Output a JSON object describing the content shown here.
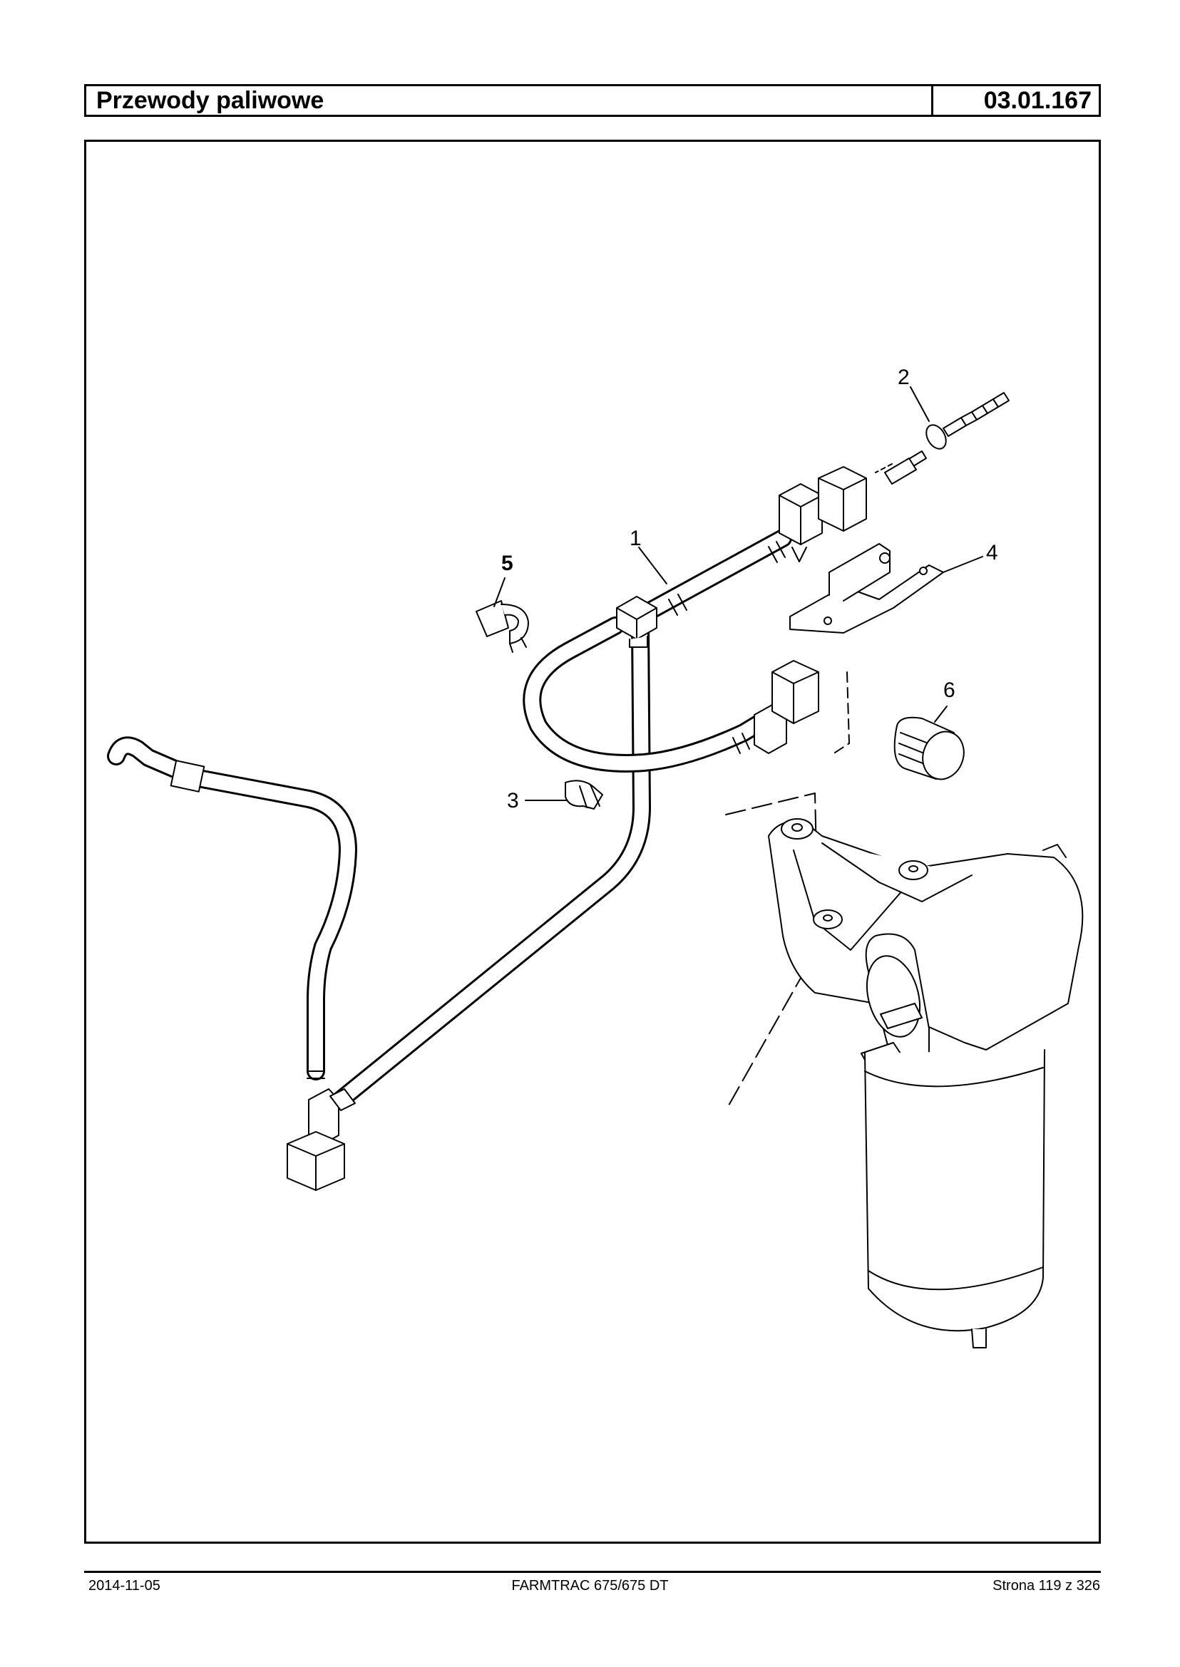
{
  "header": {
    "title": "Przewody paliwowe",
    "code": "03.01.167"
  },
  "diagram": {
    "callouts": [
      {
        "id": "1",
        "label": "1"
      },
      {
        "id": "2",
        "label": "2"
      },
      {
        "id": "3",
        "label": "3"
      },
      {
        "id": "4",
        "label": "4"
      },
      {
        "id": "5",
        "label": "5"
      },
      {
        "id": "6",
        "label": "6"
      }
    ]
  },
  "footer": {
    "date": "2014-11-05",
    "model": "FARMTRAC 675/675 DT",
    "page": "Strona 119 z 326"
  }
}
